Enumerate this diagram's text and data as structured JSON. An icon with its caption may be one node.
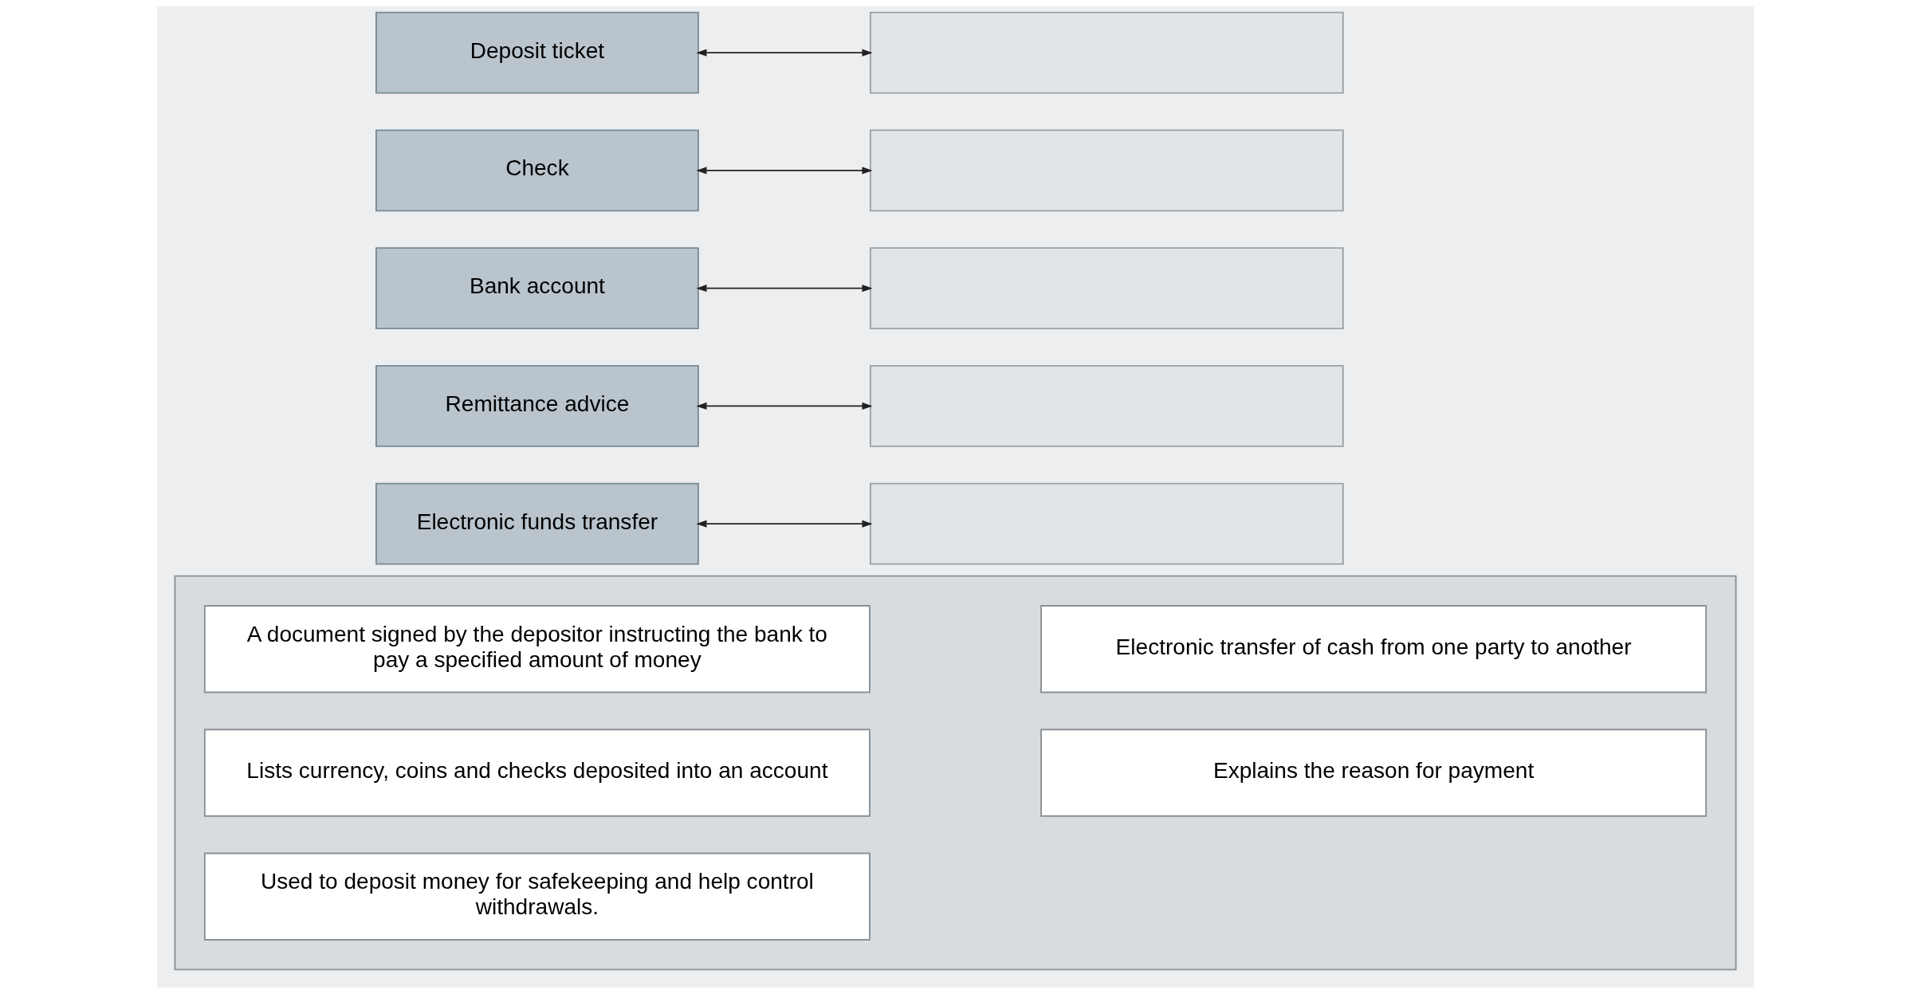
{
  "diagram": {
    "nodes": [
      {
        "text": [
          "Deposit ticket"
        ]
      },
      {
        "text": [
          "Check"
        ]
      },
      {
        "text": [
          "Bank account"
        ]
      },
      {
        "text": [
          "Remittance advice"
        ]
      },
      {
        "text": [
          "Electronic funds transfer"
        ]
      },
      {
        "text": [],
        "shape": "box"
      },
      {
        "text": [],
        "shape": "box"
      },
      {
        "text": [],
        "shape": "box"
      },
      {
        "text": [],
        "shape": "box"
      },
      {
        "text": [],
        "shape": "box"
      },
      {
        "text": [],
        "shape": "box"
      },
      {
        "text": [
          "A document signed by the depositor instructing the bank to pay a specified amount of money"
        ],
        "in": 10
      },
      {
        "text": [
          "Electronic transfer of cash from one party to another"
        ],
        "in": 10
      },
      {
        "text": [
          "Lists currency, coins and checks deposited into an account"
        ],
        "in": 10
      },
      {
        "text": [
          "Explains the reason for payment"
        ],
        "in": 10
      },
      {
        "text": [
          "Used to deposit money for safekeeping and help control withdrawals."
        ],
        "in": 10
      }
    ],
    "edges": [
      {
        "from": 0,
        "to": 5,
        "arrow": "both"
      },
      {
        "from": 1,
        "to": 6,
        "arrow": "both"
      },
      {
        "from": 2,
        "to": 7,
        "arrow": "both"
      },
      {
        "from": 3,
        "to": 8,
        "arrow": "both"
      },
      {
        "from": 4,
        "to": 9,
        "arrow": "both"
      }
    ]
  }
}
